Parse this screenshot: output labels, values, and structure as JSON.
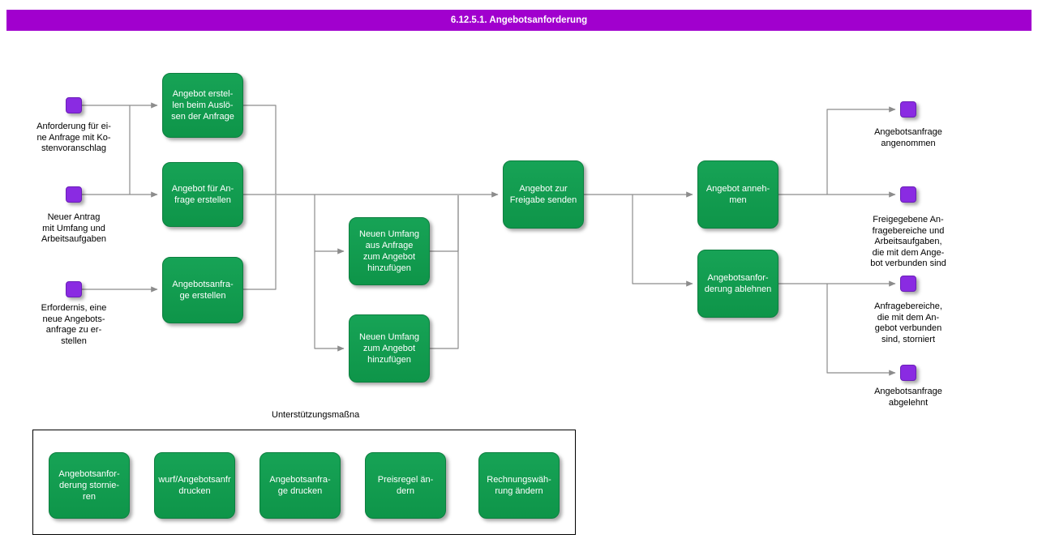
{
  "banner": {
    "title": "6.12.5.1. Angebotsanforderung"
  },
  "colors": {
    "banner": "#A100CE",
    "task_fill": "#129C50",
    "task_text": "#FFFFFF",
    "event_fill": "#8A2BE2",
    "connector": "#8C8C8C",
    "label_text": "#000000"
  },
  "start_events": [
    {
      "label": "Anforderung für ei-\nne Anfrage mit Ko-\nstenvoranschlag"
    },
    {
      "label": "Neuer Antrag\nmit Umfang und\nArbeitsaufgaben"
    },
    {
      "label": "Erfordernis, eine\nneue Angebots-\nanfrage zu er-\nstellen"
    }
  ],
  "tasks": [
    {
      "label": "Angebot erstel-\nlen beim Auslö-\nsen der Anfrage"
    },
    {
      "label": "Angebot für An-\nfrage erstellen"
    },
    {
      "label": "Angebotsanfra-\nge erstellen"
    },
    {
      "label": "Neuen Umfang\naus Anfrage\nzum Angebot\nhinzufügen"
    },
    {
      "label": "Neuen Umfang\nzum Angebot\nhinzufügen"
    },
    {
      "label": "Angebot zur\nFreigabe senden"
    },
    {
      "label": "Angebot anneh-\nmen"
    },
    {
      "label": "Angebotsanfor-\nderung ablehnen"
    }
  ],
  "end_events": [
    {
      "label": "Angebotsanfrage\nangenommen"
    },
    {
      "label": "Freigegebene An-\nfragebereiche und\nArbeitsaufgaben,\ndie mit dem Ange-\nbot verbunden sind"
    },
    {
      "label": "Anfragebereiche,\ndie mit dem An-\ngebot verbunden\nsind, storniert"
    },
    {
      "label": "Angebotsanfrage\nabgelehnt"
    }
  ],
  "support": {
    "container_label": "Unterstützungsmaßna",
    "tasks": [
      {
        "label": "Angebotsanfor-\nderung stornie-\nren"
      },
      {
        "label": "wurf/Angebotsanfr\ndrucken"
      },
      {
        "label": "Angebotsanfra-\nge drucken"
      },
      {
        "label": "Preisregel än-\ndern"
      },
      {
        "label": "Rechnungswäh-\nrung ändern"
      }
    ]
  }
}
